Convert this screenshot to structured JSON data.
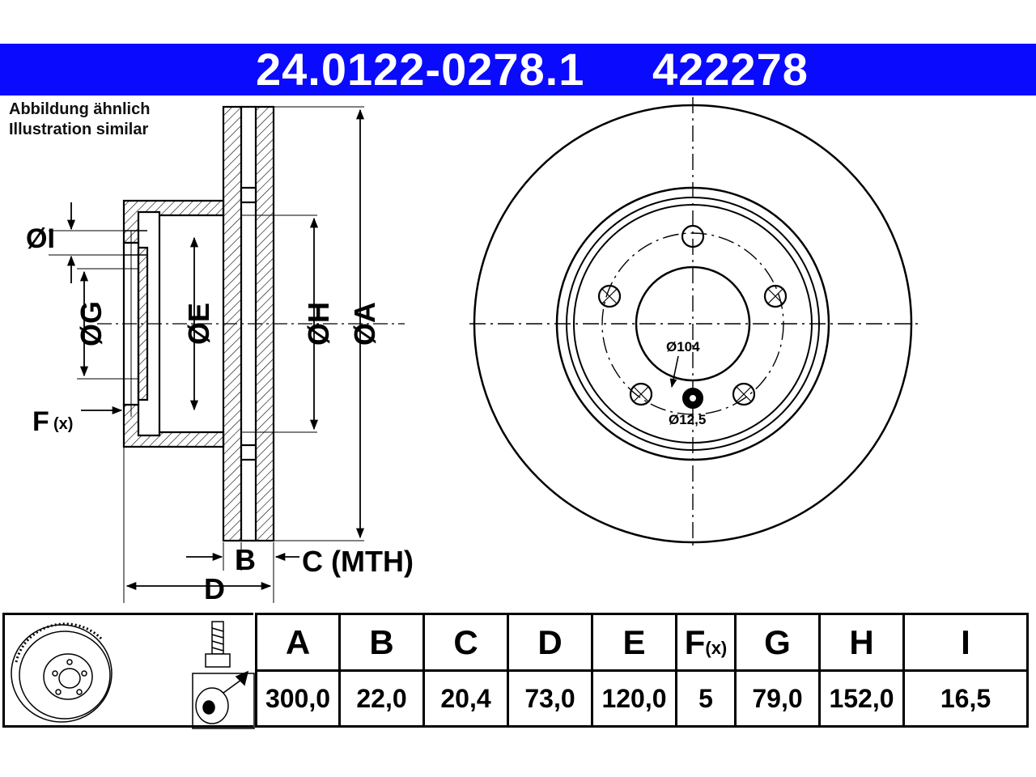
{
  "header": {
    "part_number": "24.0122-0278.1",
    "ref_number": "422278",
    "background": "#0a0aff"
  },
  "note": {
    "line1": "Abbildung ähnlich",
    "line2": "Illustration similar"
  },
  "side_view": {
    "labels": {
      "dia_i": "ØI",
      "dia_g": "ØG",
      "dia_e": "ØE",
      "dia_h": "ØH",
      "dia_a": "ØA",
      "f": "F",
      "f_sub": "(x)",
      "b": "B",
      "c": "C (MTH)",
      "d": "D"
    }
  },
  "front_view": {
    "pcd_label": "Ø104",
    "hole_label": "Ø12,5"
  },
  "table": {
    "headers": [
      "A",
      "B",
      "C",
      "D",
      "E",
      "F",
      "G",
      "H",
      "I"
    ],
    "f_sub": "(x)",
    "values": [
      "300,0",
      "22,0",
      "20,4",
      "73,0",
      "120,0",
      "5",
      "79,0",
      "152,0",
      "16,5"
    ]
  },
  "icons": [
    "brake-disc-icon",
    "bolt-icon",
    "measure-icon"
  ]
}
